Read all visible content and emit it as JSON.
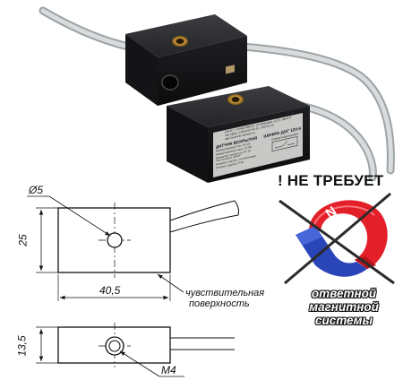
{
  "sensor_photo": {
    "label_lines": [
      "ООО \"Научно-производственная фирма \"Технология Контакт\"",
      "630117, г.Новосибирск, ул.Арбузова, д.1/1, офис 6",
      "Тел./факс: (383)310-41-91, 332-00-15",
      "http://www.tk-sensors.ru"
    ],
    "label_title": "ДАТЧИК ВСКРЫТИЯ",
    "label_model": "ШИФРА ДОГ 120-6",
    "label_scheme": "Схема подключения",
    "label_specs": [
      "Коммутируемый ток, А  0,25",
      "Коммутируемое напр., В  250",
      "Коммутир. мощность, Вт  10",
      "Тип контакта  НЗ/НР",
      "Номинал. распол. сигнализации",
      "Степень защиты  IP 66"
    ]
  },
  "drawing": {
    "hole_diameter": "Ø5",
    "height": "25",
    "length": "40,5",
    "sensitive_surface": [
      "чувствительная",
      "поверхность"
    ],
    "thickness": "13,5",
    "thread": "M4"
  },
  "magnet": {
    "heading": "! НЕ ТРЕБУЕТ",
    "pole_label": "N",
    "caption": [
      "ответной",
      "магнитной",
      "системы"
    ],
    "colors": {
      "red": "#e3202a",
      "blue": "#2a45b8",
      "cross": "#2b2b2b"
    }
  }
}
